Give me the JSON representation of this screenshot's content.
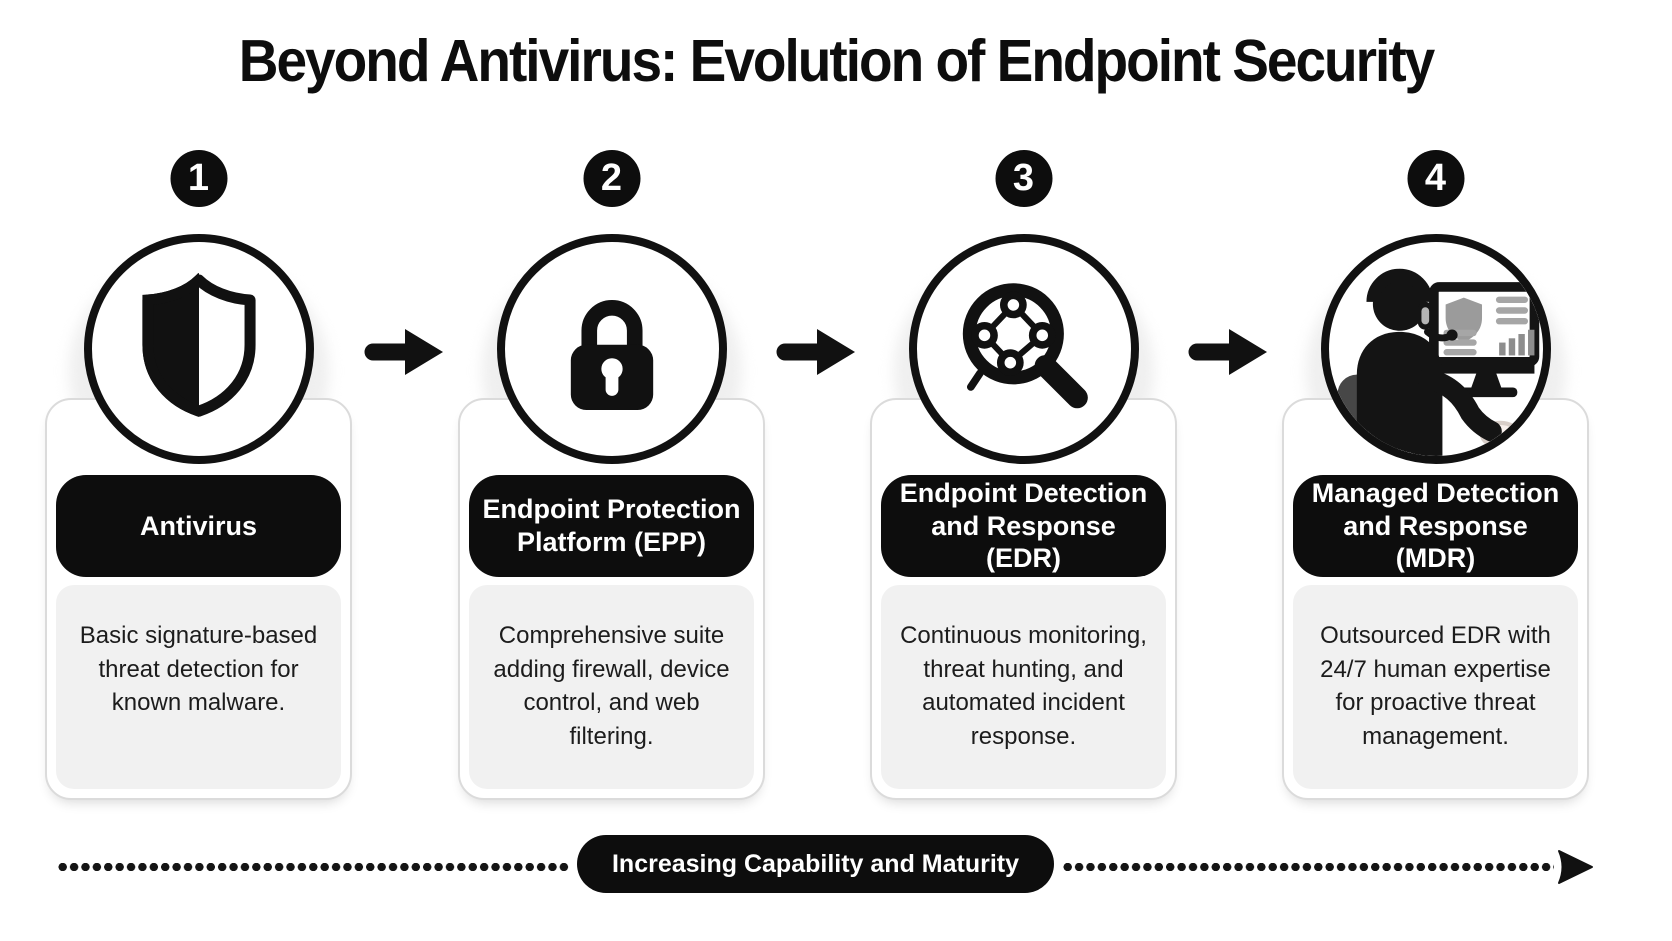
{
  "title": "Beyond Antivirus: Evolution of Endpoint Security",
  "stages": [
    {
      "number": "1",
      "icon": "shield-icon",
      "title": "Antivirus",
      "description": "Basic signature-based threat detection for known malware."
    },
    {
      "number": "2",
      "icon": "padlock-icon",
      "title": "Endpoint Protection Platform (EPP)",
      "description": "Comprehensive suite adding firewall, device control, and web filtering."
    },
    {
      "number": "3",
      "icon": "magnifier-network-icon",
      "title": "Endpoint Detection and Response (EDR)",
      "description": "Continuous monitoring, threat hunting, and automated incident response."
    },
    {
      "number": "4",
      "icon": "analyst-workstation-icon",
      "title": "Managed Detection and Response (MDR)",
      "description": "Outsourced EDR with 24/7 human expertise for proactive threat management."
    }
  ],
  "timeline": {
    "label": "Increasing Capability and Maturity"
  },
  "colors": {
    "ink": "#111111",
    "panel_gray": "#f1f1f1",
    "border_gray": "#dbdbdb",
    "screen_gray": "#9e9e9e",
    "white": "#ffffff"
  }
}
